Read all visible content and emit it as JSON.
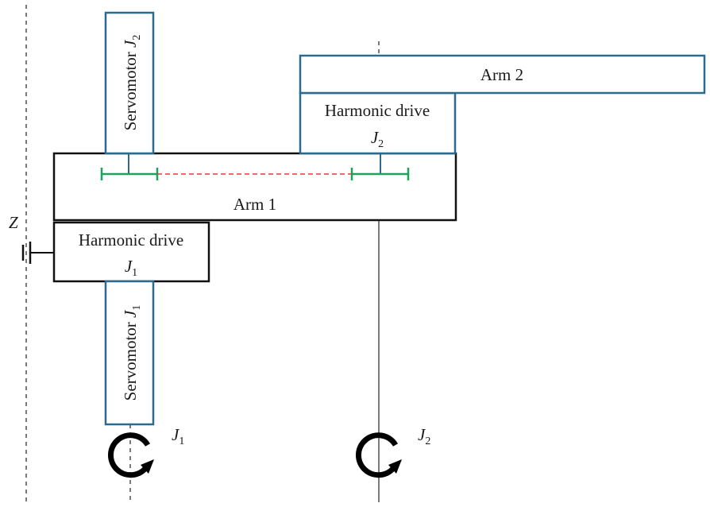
{
  "colors": {
    "blue_outline": "#2c6a8e",
    "black_outline": "#111111",
    "green_bar": "#1aa35a",
    "red_dashed_link": "#e23b3b",
    "axis_dashed": "#222222"
  },
  "labels": {
    "servomotor_j2": {
      "text": "Servomotor ",
      "sym": "J",
      "sub": "2"
    },
    "servomotor_j1": {
      "text": "Servomotor ",
      "sym": "J",
      "sub": "1"
    },
    "arm1": "Arm 1",
    "arm2": "Arm 2",
    "harmonic_drive_j2": {
      "text": "Harmonic drive",
      "sym": "J",
      "sub": "2"
    },
    "harmonic_drive_j1": {
      "text": "Harmonic drive",
      "sym": "J",
      "sub": "1"
    },
    "z_axis": "Z",
    "rotation_j1": {
      "sym": "J",
      "sub": "1"
    },
    "rotation_j2": {
      "sym": "J",
      "sub": "2"
    }
  },
  "icons": {
    "rotation_arrow": "circular-rotation-arrow-icon",
    "ground": "ground-symbol-icon"
  }
}
